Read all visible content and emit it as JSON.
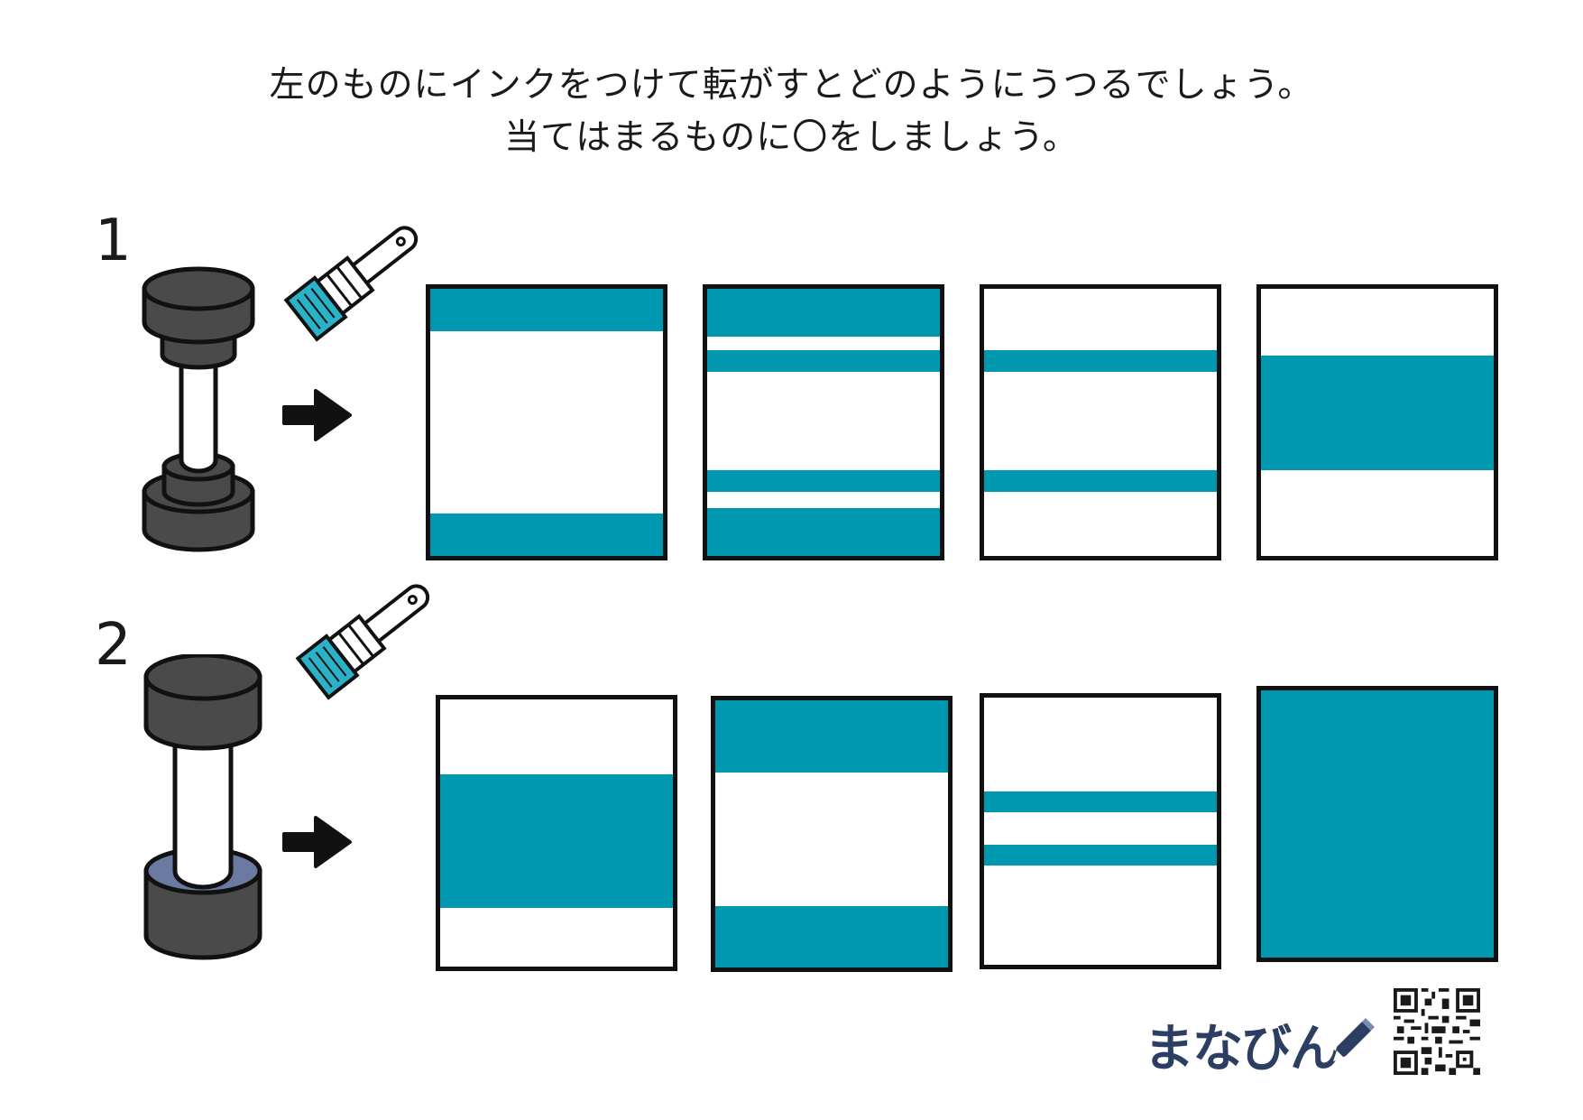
{
  "instructions": {
    "line1": "左のものにインクをつけて転がすとどのようにうつるでしょう。",
    "line2": "当てはまるものに〇をしましょう。"
  },
  "colors": {
    "ink": "#0097b0",
    "object_dark": "#4a4a4a",
    "outline": "#111111",
    "brand": "#2d3e63"
  },
  "icons": [
    "paintbrush-icon",
    "right-arrow-icon",
    "pencil-icon",
    "qr-code"
  ],
  "questions": [
    {
      "number": "1",
      "object": "dumbbell-shaped roller with stepped ends",
      "choices": [
        {
          "stripes": [
            [
              0,
              0.16
            ],
            [
              0.84,
              1
            ]
          ]
        },
        {
          "stripes": [
            [
              0,
              0.18
            ],
            [
              0.23,
              0.31
            ],
            [
              0.68,
              0.76
            ],
            [
              0.82,
              1
            ]
          ]
        },
        {
          "stripes": [
            [
              0.23,
              0.31
            ],
            [
              0.68,
              0.76
            ]
          ]
        },
        {
          "stripes": [
            [
              0.25,
              0.68
            ]
          ]
        }
      ]
    },
    {
      "number": "2",
      "object": "dumbbell-shaped roller with hollow bottom end",
      "choices": [
        {
          "stripes": [
            [
              0.28,
              0.78
            ]
          ]
        },
        {
          "stripes": [
            [
              0,
              0.27
            ],
            [
              0.77,
              1
            ]
          ]
        },
        {
          "stripes": [
            [
              0.35,
              0.43
            ],
            [
              0.55,
              0.63
            ]
          ]
        },
        {
          "stripes": [
            [
              0,
              1
            ]
          ]
        }
      ]
    }
  ],
  "brand": {
    "name": "まなびん"
  }
}
